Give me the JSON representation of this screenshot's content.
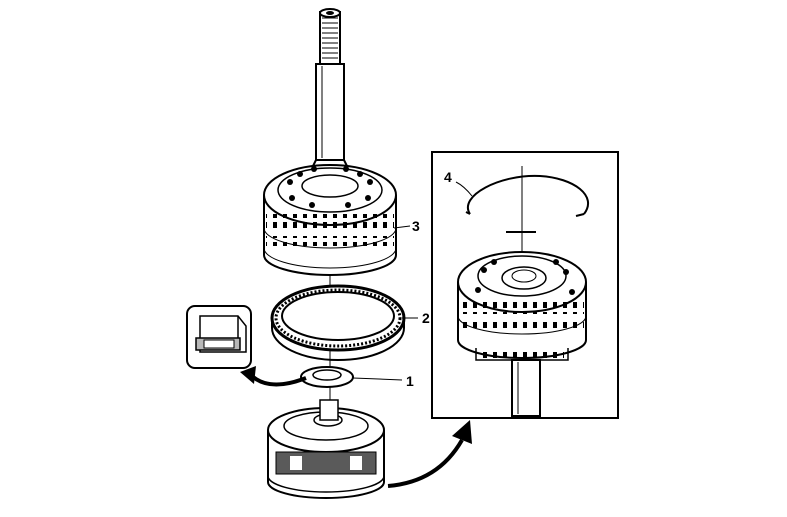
{
  "diagram": {
    "callouts": {
      "c1": "1",
      "c2": "2",
      "c3": "3",
      "c4": "4"
    },
    "colors": {
      "ink": "#000000",
      "paper": "#ffffff",
      "shade": "#b8b8b8",
      "dark_shade": "#5a5a5a"
    }
  }
}
